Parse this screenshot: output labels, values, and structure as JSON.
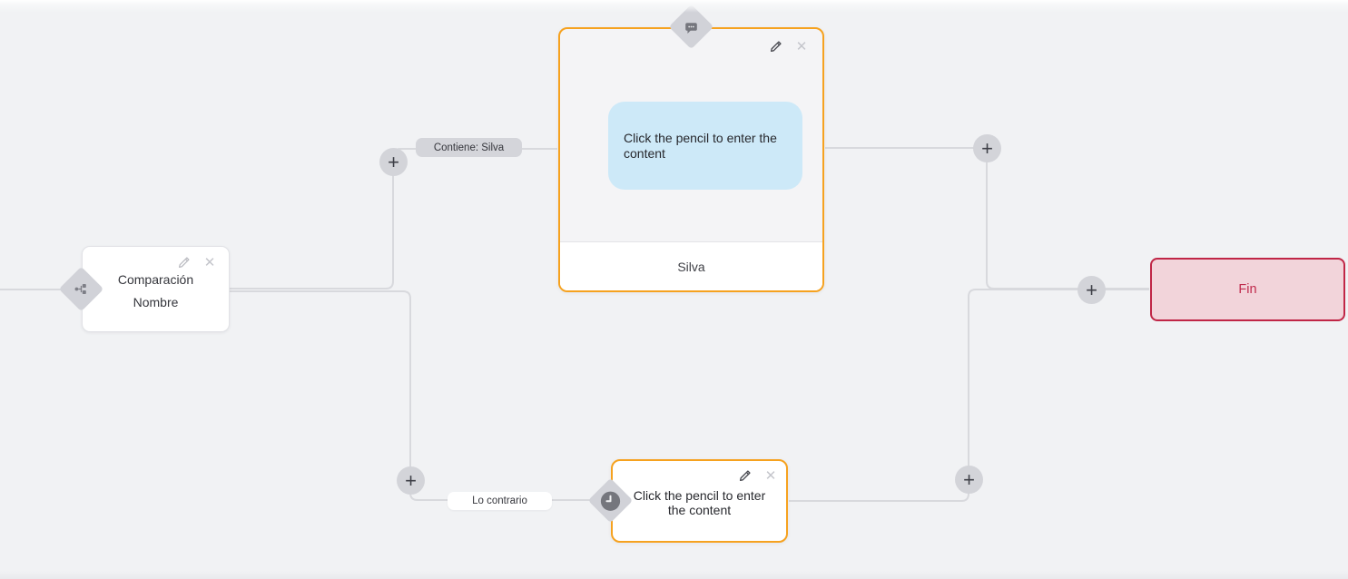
{
  "canvas": {
    "background_color": "#f1f2f4",
    "connector_color": "#d8d9dd",
    "accent_orange": "#f6a21f",
    "accent_red": "#c02646",
    "bubble_blue": "#cde9f8"
  },
  "icons": {
    "add": "+",
    "close": "✕"
  },
  "nodes": {
    "condition": {
      "line1": "Comparación",
      "line2": "Nombre"
    },
    "message": {
      "bubble_text": "Click the pencil to enter the content",
      "footer_label": "Silva"
    },
    "delay": {
      "placeholder": "Click the pencil to enter the content"
    },
    "end": {
      "label": "Fin"
    }
  },
  "edge_labels": [
    {
      "text": "Contiene: Silva"
    },
    {
      "text": "Lo contrario"
    }
  ]
}
